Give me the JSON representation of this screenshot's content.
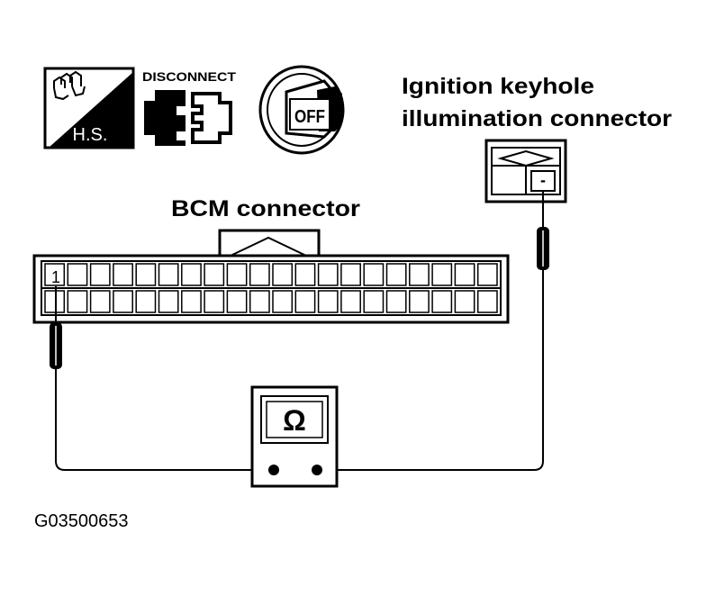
{
  "icons": {
    "hs_label": "H.S.",
    "disconnect_label": "DISCONNECT",
    "ignition_label": "OFF"
  },
  "labels": {
    "ignition_line1": "Ignition keyhole",
    "ignition_line2": "illumination connector",
    "bcm": "BCM connector",
    "pin1": "1",
    "terminal_minus": "-",
    "meter_symbol": "Ω",
    "figure_id": "G03500653"
  }
}
